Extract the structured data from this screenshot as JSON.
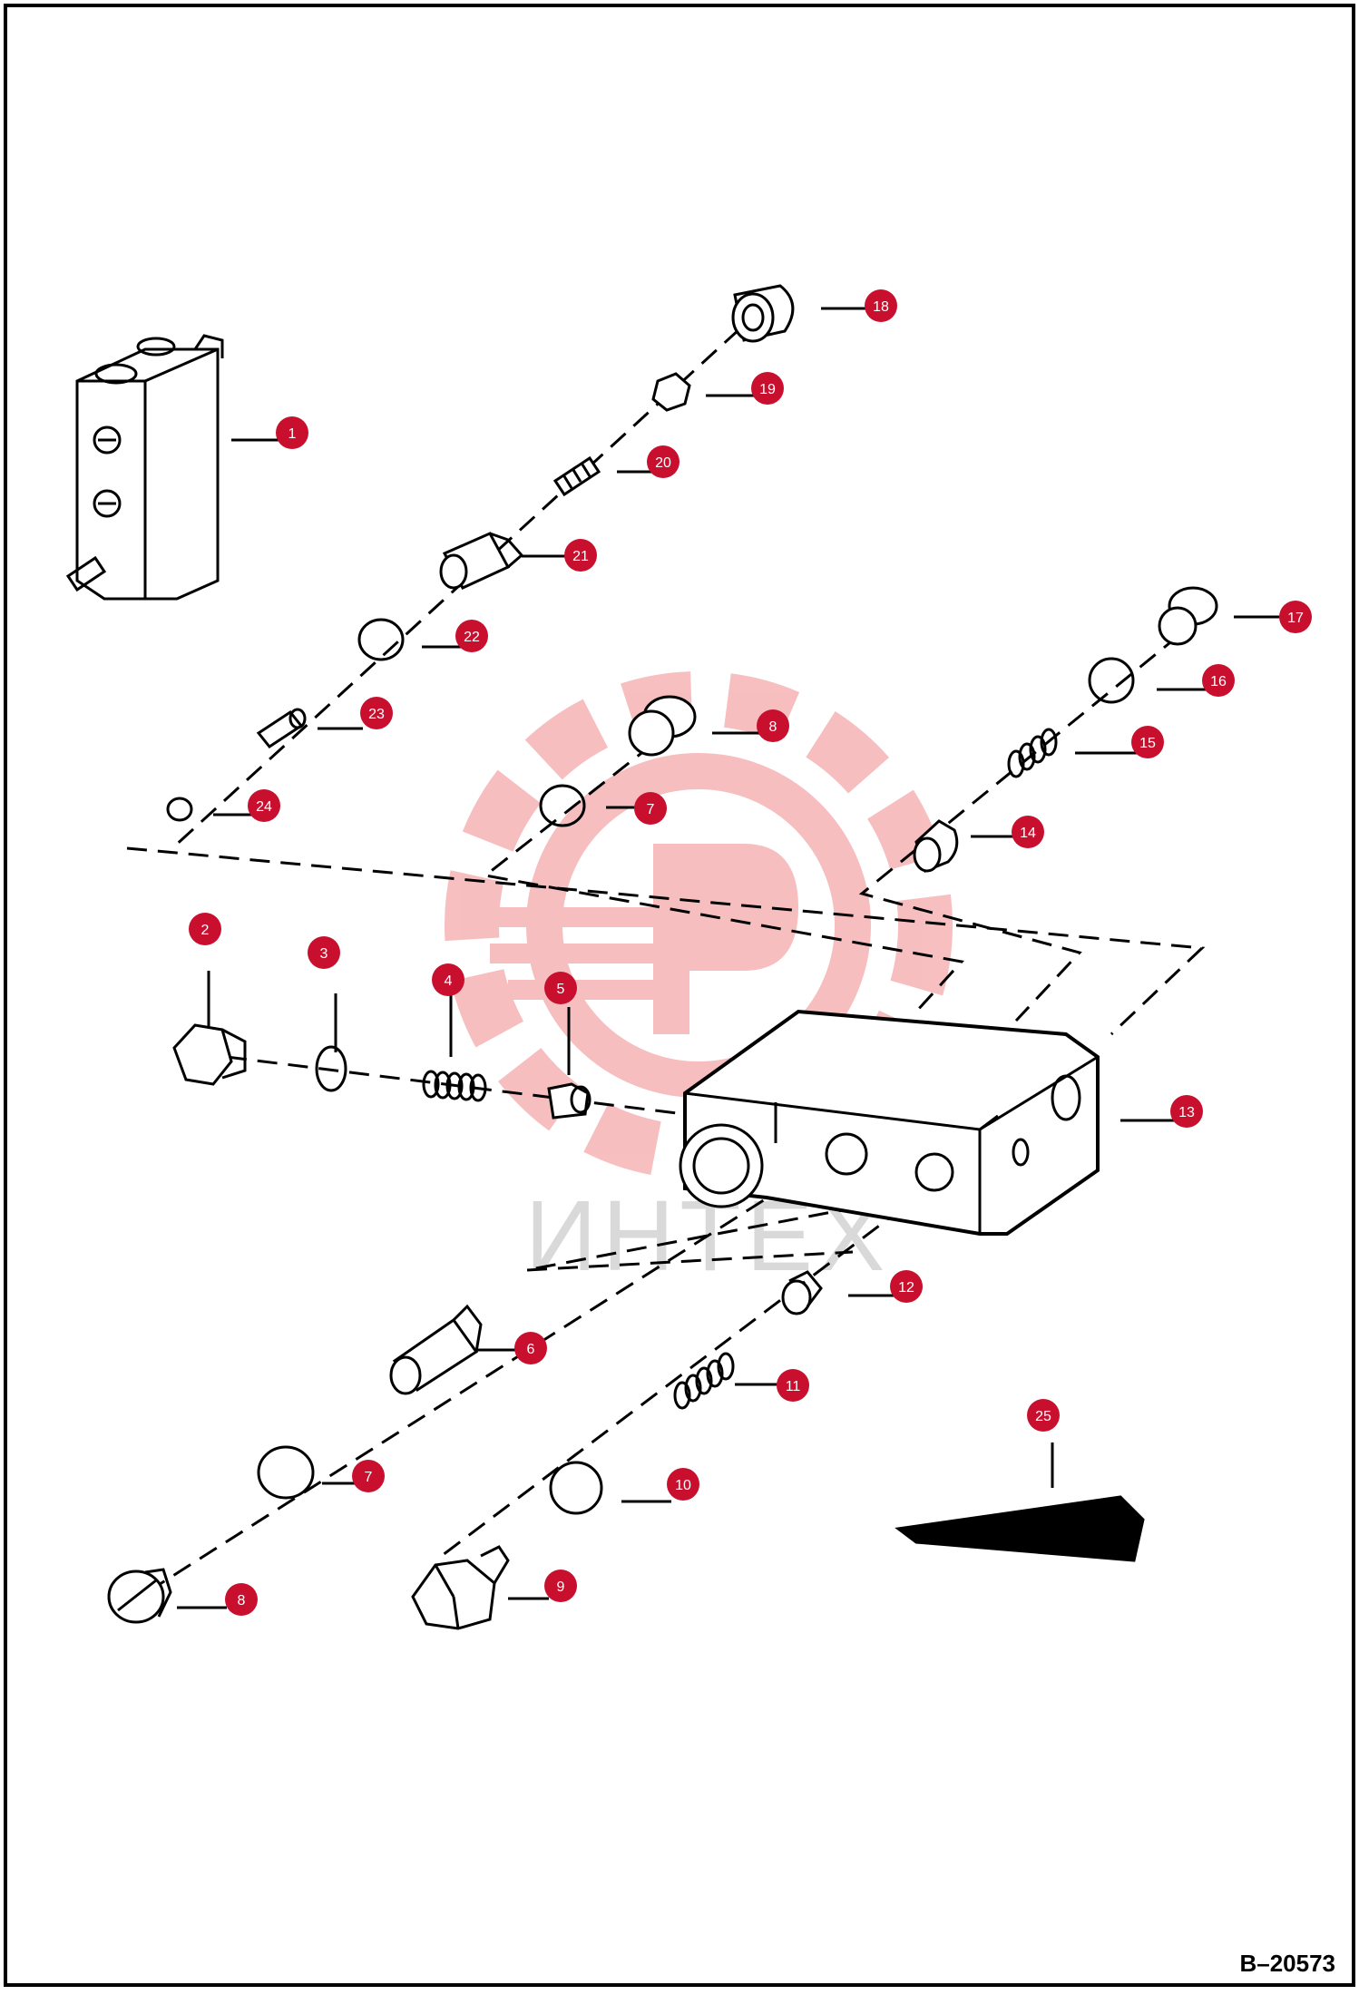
{
  "drawing": {
    "reference_code": "B–20573",
    "watermark_text": "ИНТЕХ"
  },
  "colors": {
    "line": "#000000",
    "callout_fill": "#c8102e",
    "callout_text": "#ffffff",
    "watermark": "#f08a8a",
    "watermark_text": "#d9d9d9"
  },
  "parts": [
    {
      "n": "1",
      "name": "valve-assembly"
    },
    {
      "n": "2",
      "name": "plug"
    },
    {
      "n": "3",
      "name": "o-ring"
    },
    {
      "n": "4",
      "name": "spring"
    },
    {
      "n": "5",
      "name": "poppet"
    },
    {
      "n": "6",
      "name": "relief-cartridge"
    },
    {
      "n": "7",
      "name": "o-ring"
    },
    {
      "n": "8",
      "name": "plug"
    },
    {
      "n": "9",
      "name": "hex-plug"
    },
    {
      "n": "10",
      "name": "o-ring"
    },
    {
      "n": "11",
      "name": "spring"
    },
    {
      "n": "12",
      "name": "poppet"
    },
    {
      "n": "13",
      "name": "valve-body"
    },
    {
      "n": "14",
      "name": "poppet"
    },
    {
      "n": "15",
      "name": "spring"
    },
    {
      "n": "16",
      "name": "o-ring"
    },
    {
      "n": "17",
      "name": "plug"
    },
    {
      "n": "18",
      "name": "cap"
    },
    {
      "n": "19",
      "name": "nut"
    },
    {
      "n": "20",
      "name": "set-screw"
    },
    {
      "n": "21",
      "name": "adjuster"
    },
    {
      "n": "22",
      "name": "o-ring"
    },
    {
      "n": "23",
      "name": "pin"
    },
    {
      "n": "24",
      "name": "o-ring"
    },
    {
      "n": "25",
      "name": "label"
    }
  ]
}
